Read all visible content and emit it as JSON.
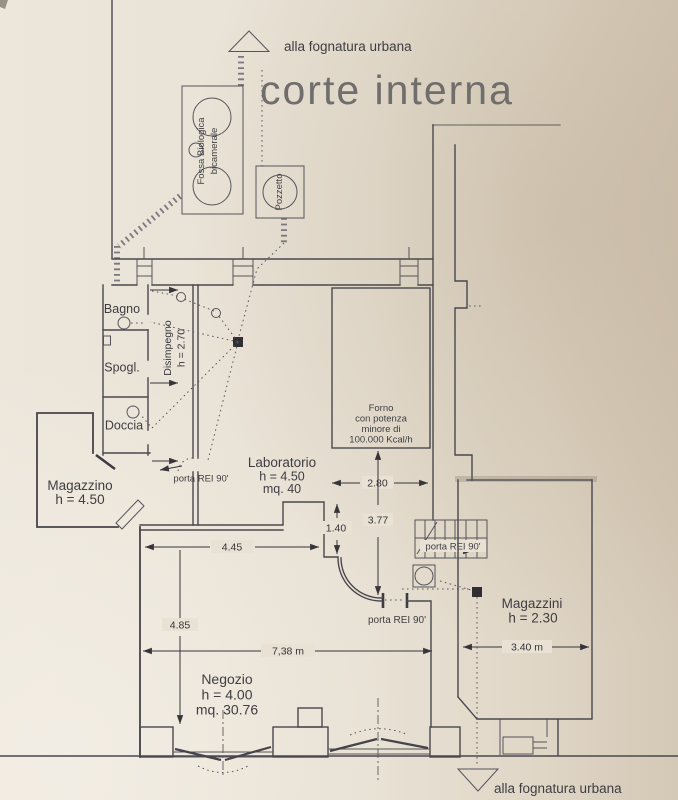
{
  "colors": {
    "paper": "#ebe5da",
    "paper_dark": "#d4c8b6",
    "ink": "#49484e",
    "title_gray": "#6f6e6c",
    "drain_fill": "#2f2f33"
  },
  "title": "corte interna",
  "site": {
    "sewer_label_top": "alla fognatura urbana",
    "sewer_label_bottom": "alla fognatura urbana"
  },
  "courtyard": {
    "septic_tank_line1": "Fossa Biologica",
    "septic_tank_line2": "bicamerale",
    "pit_label": "Pozzetto"
  },
  "rooms": {
    "bagno": "Bagno",
    "spogliatoio": "Spogl.",
    "doccia": "Doccia",
    "disimpegno_name": "Disimpegno",
    "disimpegno_height": "h = 2.70",
    "laboratorio_name": "Laboratorio",
    "laboratorio_height": "h = 4.50",
    "laboratorio_area": "mq. 40",
    "magazzino_name": "Magazzino",
    "magazzino_height": "h = 4.50",
    "magazzini_name": "Magazzini",
    "magazzini_height": "h = 2.30",
    "negozio_name": "Negozio",
    "negozio_height": "h = 4.00",
    "negozio_area": "mq. 30.76",
    "forno_line1": "Forno",
    "forno_line2": "con potenza",
    "forno_line3": "minore di",
    "forno_line4": "100.000 Kcal/h"
  },
  "doors": {
    "rei_laboratorio": "porta REI 90'",
    "rei_stairs": "porta REI 90'",
    "rei_negozio": "porta REI 90'"
  },
  "dimensions": {
    "forno_width": "2.80",
    "lab_depth": "3.77",
    "step": "1.40",
    "lab_width": "4.45",
    "negozio_depth": "4.85",
    "negozio_width": "7,38 m",
    "magazzini_width": "3.40 m"
  }
}
